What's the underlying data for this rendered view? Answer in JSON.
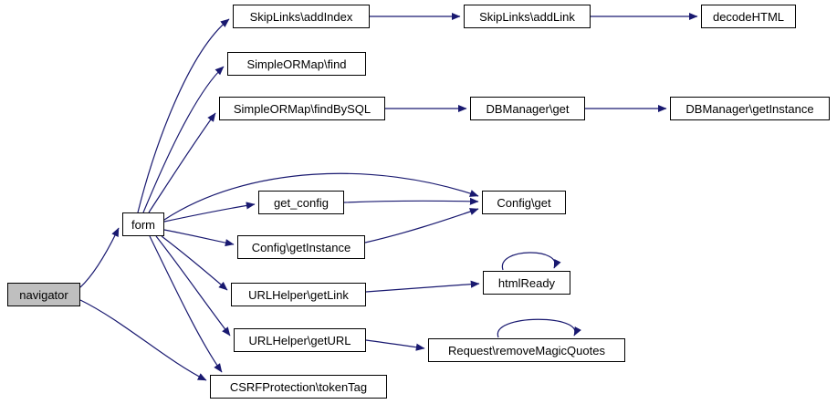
{
  "diagram": {
    "type": "call-graph",
    "colors": {
      "edge": "#191970",
      "node_border": "#000000",
      "node_fill": "#ffffff",
      "highlight_fill": "#bfbfbf",
      "background": "#ffffff"
    },
    "nodes": [
      {
        "id": "navigator",
        "label": "navigator",
        "highlighted": true
      },
      {
        "id": "form",
        "label": "form",
        "highlighted": false
      },
      {
        "id": "skiplinks_addindex",
        "label": "SkipLinks\\addIndex",
        "highlighted": false
      },
      {
        "id": "skiplinks_addlink",
        "label": "SkipLinks\\addLink",
        "highlighted": false
      },
      {
        "id": "decodehtml",
        "label": "decodeHTML",
        "highlighted": false
      },
      {
        "id": "simpleormap_find",
        "label": "SimpleORMap\\find",
        "highlighted": false
      },
      {
        "id": "simpleormap_findbysql",
        "label": "SimpleORMap\\findBySQL",
        "highlighted": false
      },
      {
        "id": "dbmanager_get",
        "label": "DBManager\\get",
        "highlighted": false
      },
      {
        "id": "dbmanager_getinstance",
        "label": "DBManager\\getInstance",
        "highlighted": false
      },
      {
        "id": "get_config",
        "label": "get_config",
        "highlighted": false
      },
      {
        "id": "config_get",
        "label": "Config\\get",
        "highlighted": false
      },
      {
        "id": "config_getinstance",
        "label": "Config\\getInstance",
        "highlighted": false
      },
      {
        "id": "urlhelper_getlink",
        "label": "URLHelper\\getLink",
        "highlighted": false
      },
      {
        "id": "htmlready",
        "label": "htmlReady",
        "highlighted": false
      },
      {
        "id": "urlhelper_geturl",
        "label": "URLHelper\\getURL",
        "highlighted": false
      },
      {
        "id": "request_removemagicquotes",
        "label": "Request\\removeMagicQuotes",
        "highlighted": false
      },
      {
        "id": "csrfprotection_tokentag",
        "label": "CSRFProtection\\tokenTag",
        "highlighted": false
      }
    ],
    "edges": [
      {
        "from": "navigator",
        "to": "form"
      },
      {
        "from": "navigator",
        "to": "csrfprotection_tokentag"
      },
      {
        "from": "form",
        "to": "skiplinks_addindex"
      },
      {
        "from": "form",
        "to": "simpleormap_find"
      },
      {
        "from": "form",
        "to": "simpleormap_findbysql"
      },
      {
        "from": "form",
        "to": "config_get"
      },
      {
        "from": "form",
        "to": "get_config"
      },
      {
        "from": "form",
        "to": "config_getinstance"
      },
      {
        "from": "form",
        "to": "urlhelper_getlink"
      },
      {
        "from": "form",
        "to": "urlhelper_geturl"
      },
      {
        "from": "form",
        "to": "csrfprotection_tokentag"
      },
      {
        "from": "skiplinks_addindex",
        "to": "skiplinks_addlink"
      },
      {
        "from": "skiplinks_addlink",
        "to": "decodehtml"
      },
      {
        "from": "simpleormap_findbysql",
        "to": "dbmanager_get"
      },
      {
        "from": "dbmanager_get",
        "to": "dbmanager_getinstance"
      },
      {
        "from": "get_config",
        "to": "config_get"
      },
      {
        "from": "config_getinstance",
        "to": "config_get"
      },
      {
        "from": "urlhelper_getlink",
        "to": "htmlready"
      },
      {
        "from": "htmlready",
        "to": "htmlready",
        "self_loop": true
      },
      {
        "from": "urlhelper_geturl",
        "to": "request_removemagicquotes"
      },
      {
        "from": "request_removemagicquotes",
        "to": "request_removemagicquotes",
        "self_loop": true
      }
    ]
  }
}
